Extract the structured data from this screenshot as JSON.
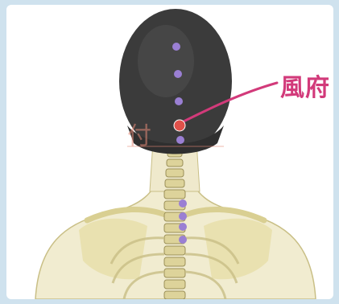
{
  "labels": {
    "acupoint_name": "風府",
    "faint_mark": "付"
  },
  "colors": {
    "background_border": "#cfe2ee",
    "label_pink": "#d23a7a",
    "highlight_point": "#e0514a",
    "other_points": "#9a7fd3",
    "hair": "#3b3b3b",
    "skin": "#f1ecd0",
    "bone": "#e7dfa8"
  },
  "points": [
    {
      "name": "head-point-1",
      "highlight": false
    },
    {
      "name": "head-point-2",
      "highlight": false
    },
    {
      "name": "head-point-3",
      "highlight": false
    },
    {
      "name": "fengfu-point",
      "highlight": true
    },
    {
      "name": "neck-point-1",
      "highlight": false
    },
    {
      "name": "spine-point-1",
      "highlight": false
    },
    {
      "name": "spine-point-2",
      "highlight": false
    },
    {
      "name": "spine-point-3",
      "highlight": false
    },
    {
      "name": "spine-point-4",
      "highlight": false
    }
  ]
}
